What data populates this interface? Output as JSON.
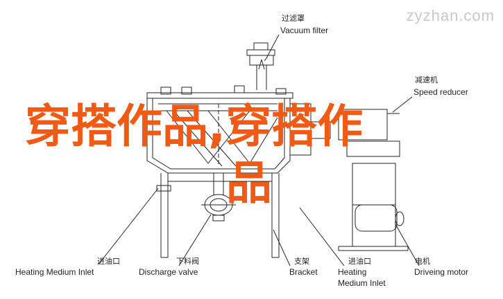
{
  "watermark": "zyzhan.com",
  "overlay_title": {
    "line1": "穿搭作品,穿搭作",
    "line2": "品"
  },
  "labels": {
    "vacuum_filter": {
      "zh": "过滤罩",
      "en": "Vacuum filter"
    },
    "speed_reducer": {
      "zh": "减速机",
      "en": "Speed reducer"
    },
    "heating_medium_inlet": {
      "zh": "进油口",
      "en": "Heating Medium Inlet"
    },
    "discharge_valve": {
      "zh": "下料阀",
      "en": "Discharge valve"
    },
    "bracket": {
      "zh": "支架",
      "en": "Bracket"
    },
    "heating_medium_outlet": {
      "zh": "进油口",
      "en_line1": "Heating",
      "en_line2": "Medium Inlet"
    },
    "driving_motor": {
      "zh": "电机",
      "en": "Driveing motor"
    }
  }
}
